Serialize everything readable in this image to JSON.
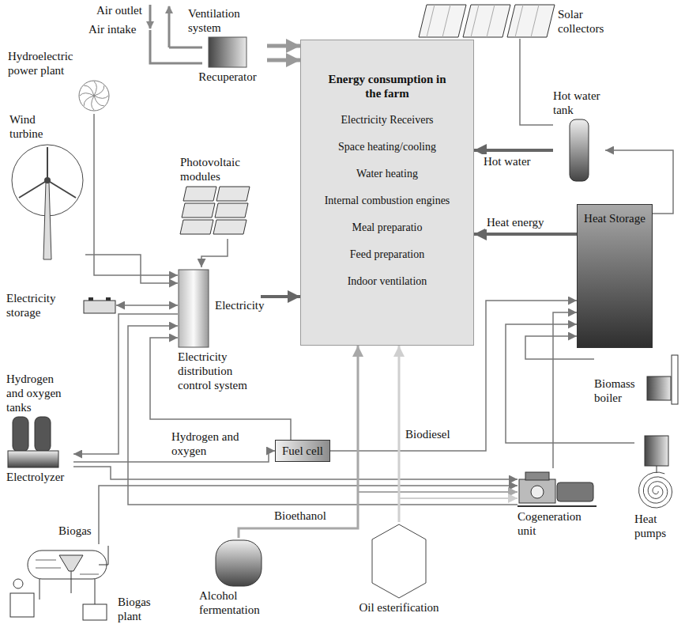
{
  "diagram": {
    "nodes": [
      {
        "text": [
          "Ventilation system",
          "Recuperator"
        ]
      },
      {
        "text": [
          "Energy consumption in the farm",
          "Electricity Receivers",
          "Space heating/cooling",
          "Water heating",
          "Internal combustion engines",
          "Meal preparatio",
          "Feed preparation",
          "Indoor ventilation"
        ]
      },
      {
        "text": [
          "Solar collectors"
        ]
      },
      {
        "text": [
          "Hot water tank"
        ]
      },
      {
        "text": [
          "Hydroelectric power plant"
        ]
      },
      {
        "text": [
          "Wind turbine"
        ]
      },
      {
        "text": [
          "Photovoltaic modules"
        ]
      },
      {
        "text": [
          "Heat Storage"
        ]
      },
      {
        "text": [
          "Electricity storage"
        ]
      },
      {
        "text": [
          "Electricity distribution control system"
        ]
      },
      {
        "text": [
          "Hydrogen and oxygen tanks",
          "Electrolyzer"
        ]
      },
      {
        "text": [
          "Fuel cell"
        ]
      },
      {
        "text": [
          "Biomass boiler"
        ]
      },
      {
        "text": [
          "Cogeneration unit"
        ]
      },
      {
        "text": [
          "Heat pumps"
        ]
      },
      {
        "text": [
          "Biogas plant"
        ]
      },
      {
        "text": [
          "Alcohol fermentation"
        ]
      },
      {
        "text": [
          "Oil esterification"
        ]
      }
    ],
    "edges": [
      {
        "from": 0,
        "to": 1,
        "arrow": "to"
      },
      {
        "from": 0,
        "to": 1,
        "arrow": "to"
      },
      {
        "from": 3,
        "to": 1,
        "label": "Hot water",
        "arrow": "to"
      },
      {
        "from": 2,
        "to": 3,
        "arrow": "none"
      },
      {
        "from": 7,
        "to": 3,
        "arrow": "to"
      },
      {
        "from": 7,
        "to": 1,
        "label": "Heat energy",
        "arrow": "to"
      },
      {
        "from": 4,
        "to": 9,
        "arrow": "to"
      },
      {
        "from": 5,
        "to": 9,
        "arrow": "to"
      },
      {
        "from": 6,
        "to": 9,
        "arrow": "to"
      },
      {
        "from": 8,
        "to": 9,
        "arrow": "both"
      },
      {
        "from": 9,
        "to": 1,
        "label": "Electricity",
        "arrow": "to"
      },
      {
        "from": 9,
        "to": 10,
        "arrow": "to"
      },
      {
        "from": 10,
        "to": 11,
        "label": "Hydrogen and oxygen",
        "arrow": "to"
      },
      {
        "from": 11,
        "to": 9,
        "arrow": "to"
      },
      {
        "from": 11,
        "to": 7,
        "arrow": "to"
      },
      {
        "from": 10,
        "to": 13,
        "arrow": "to"
      },
      {
        "from": 15,
        "to": 13,
        "label": "Biogas",
        "arrow": "to"
      },
      {
        "from": 13,
        "to": 9,
        "arrow": "to"
      },
      {
        "from": 13,
        "to": 7,
        "arrow": "to"
      },
      {
        "from": 16,
        "to": 1,
        "label": "Bioethanol",
        "arrow": "to"
      },
      {
        "from": 16,
        "to": 13,
        "arrow": "to"
      },
      {
        "from": 17,
        "to": 1,
        "label": "Biodiesel",
        "arrow": "to"
      },
      {
        "from": 17,
        "to": 13,
        "arrow": "to"
      },
      {
        "from": 12,
        "to": 7,
        "arrow": "to"
      },
      {
        "from": 14,
        "to": 7,
        "arrow": "to"
      }
    ],
    "labels": [
      "Air outlet",
      "Air intake"
    ]
  }
}
